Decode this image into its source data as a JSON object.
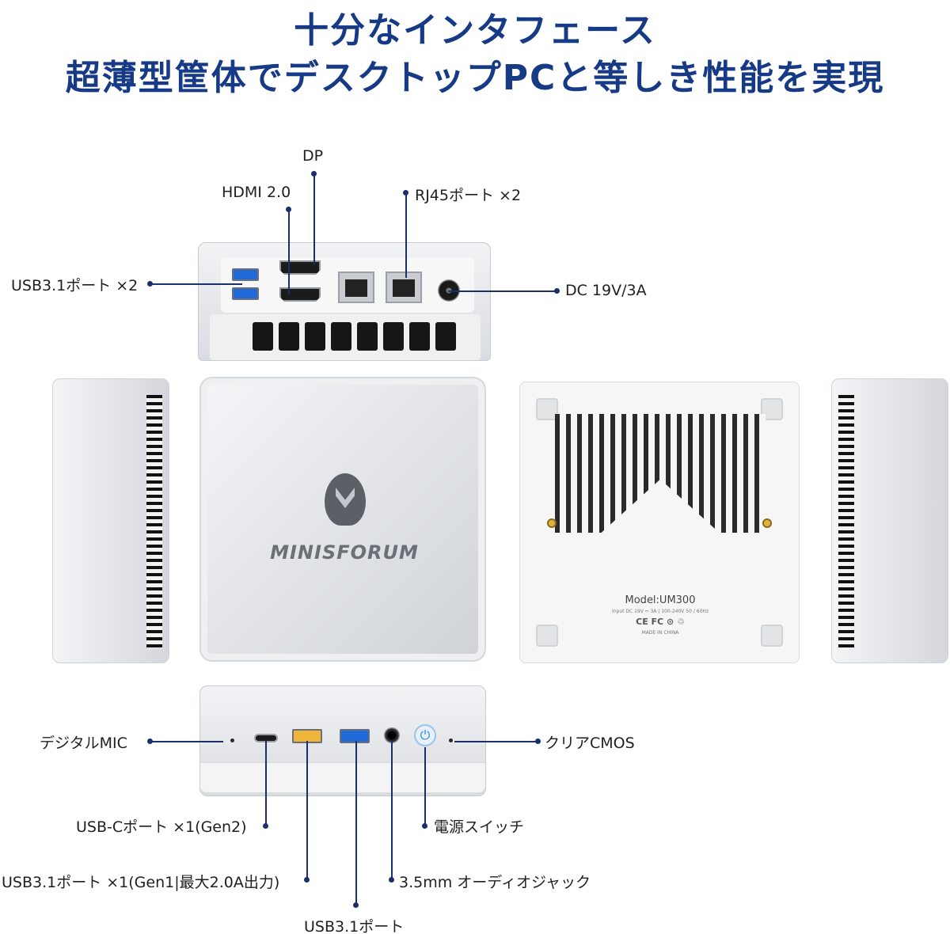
{
  "header": {
    "title_line1": "十分なインタフェース",
    "title_line2": "超薄型筐体でデスクトップPCと等しき性能を実現"
  },
  "rear_labels": {
    "dp": "DP",
    "hdmi": "HDMI 2.0",
    "rj45": "RJ45ポート ×2",
    "usb_rear": "USB3.1ポート ×2",
    "dc": "DC 19V/3A"
  },
  "device": {
    "brand": "MINISFORUM",
    "model": "Model:UM300",
    "input_rating": "Input DC 19V ⎓ 3A | 100-240V 50 / 60Hz",
    "cert_marks": "CE FC ⊙ ♲",
    "made_in": "MADE IN CHINA"
  },
  "front_labels": {
    "mic": "デジタルMIC",
    "cmos": "クリアCMOS",
    "usbc": "USB-Cポート ×1(Gen2)",
    "power": "電源スイッチ",
    "usb_gen1": "USB3.1ポート ×1(Gen1|最大2.0A出力)",
    "audio": "3.5mm オーディオジャック",
    "usb_front": "USB3.1ポート"
  },
  "icons": {
    "power": "⏻"
  },
  "colors": {
    "title": "#173a86",
    "leader_line": "#1b2f6b",
    "usb_blue": "#1f69d8",
    "usb_yellow": "#f0b63c"
  }
}
